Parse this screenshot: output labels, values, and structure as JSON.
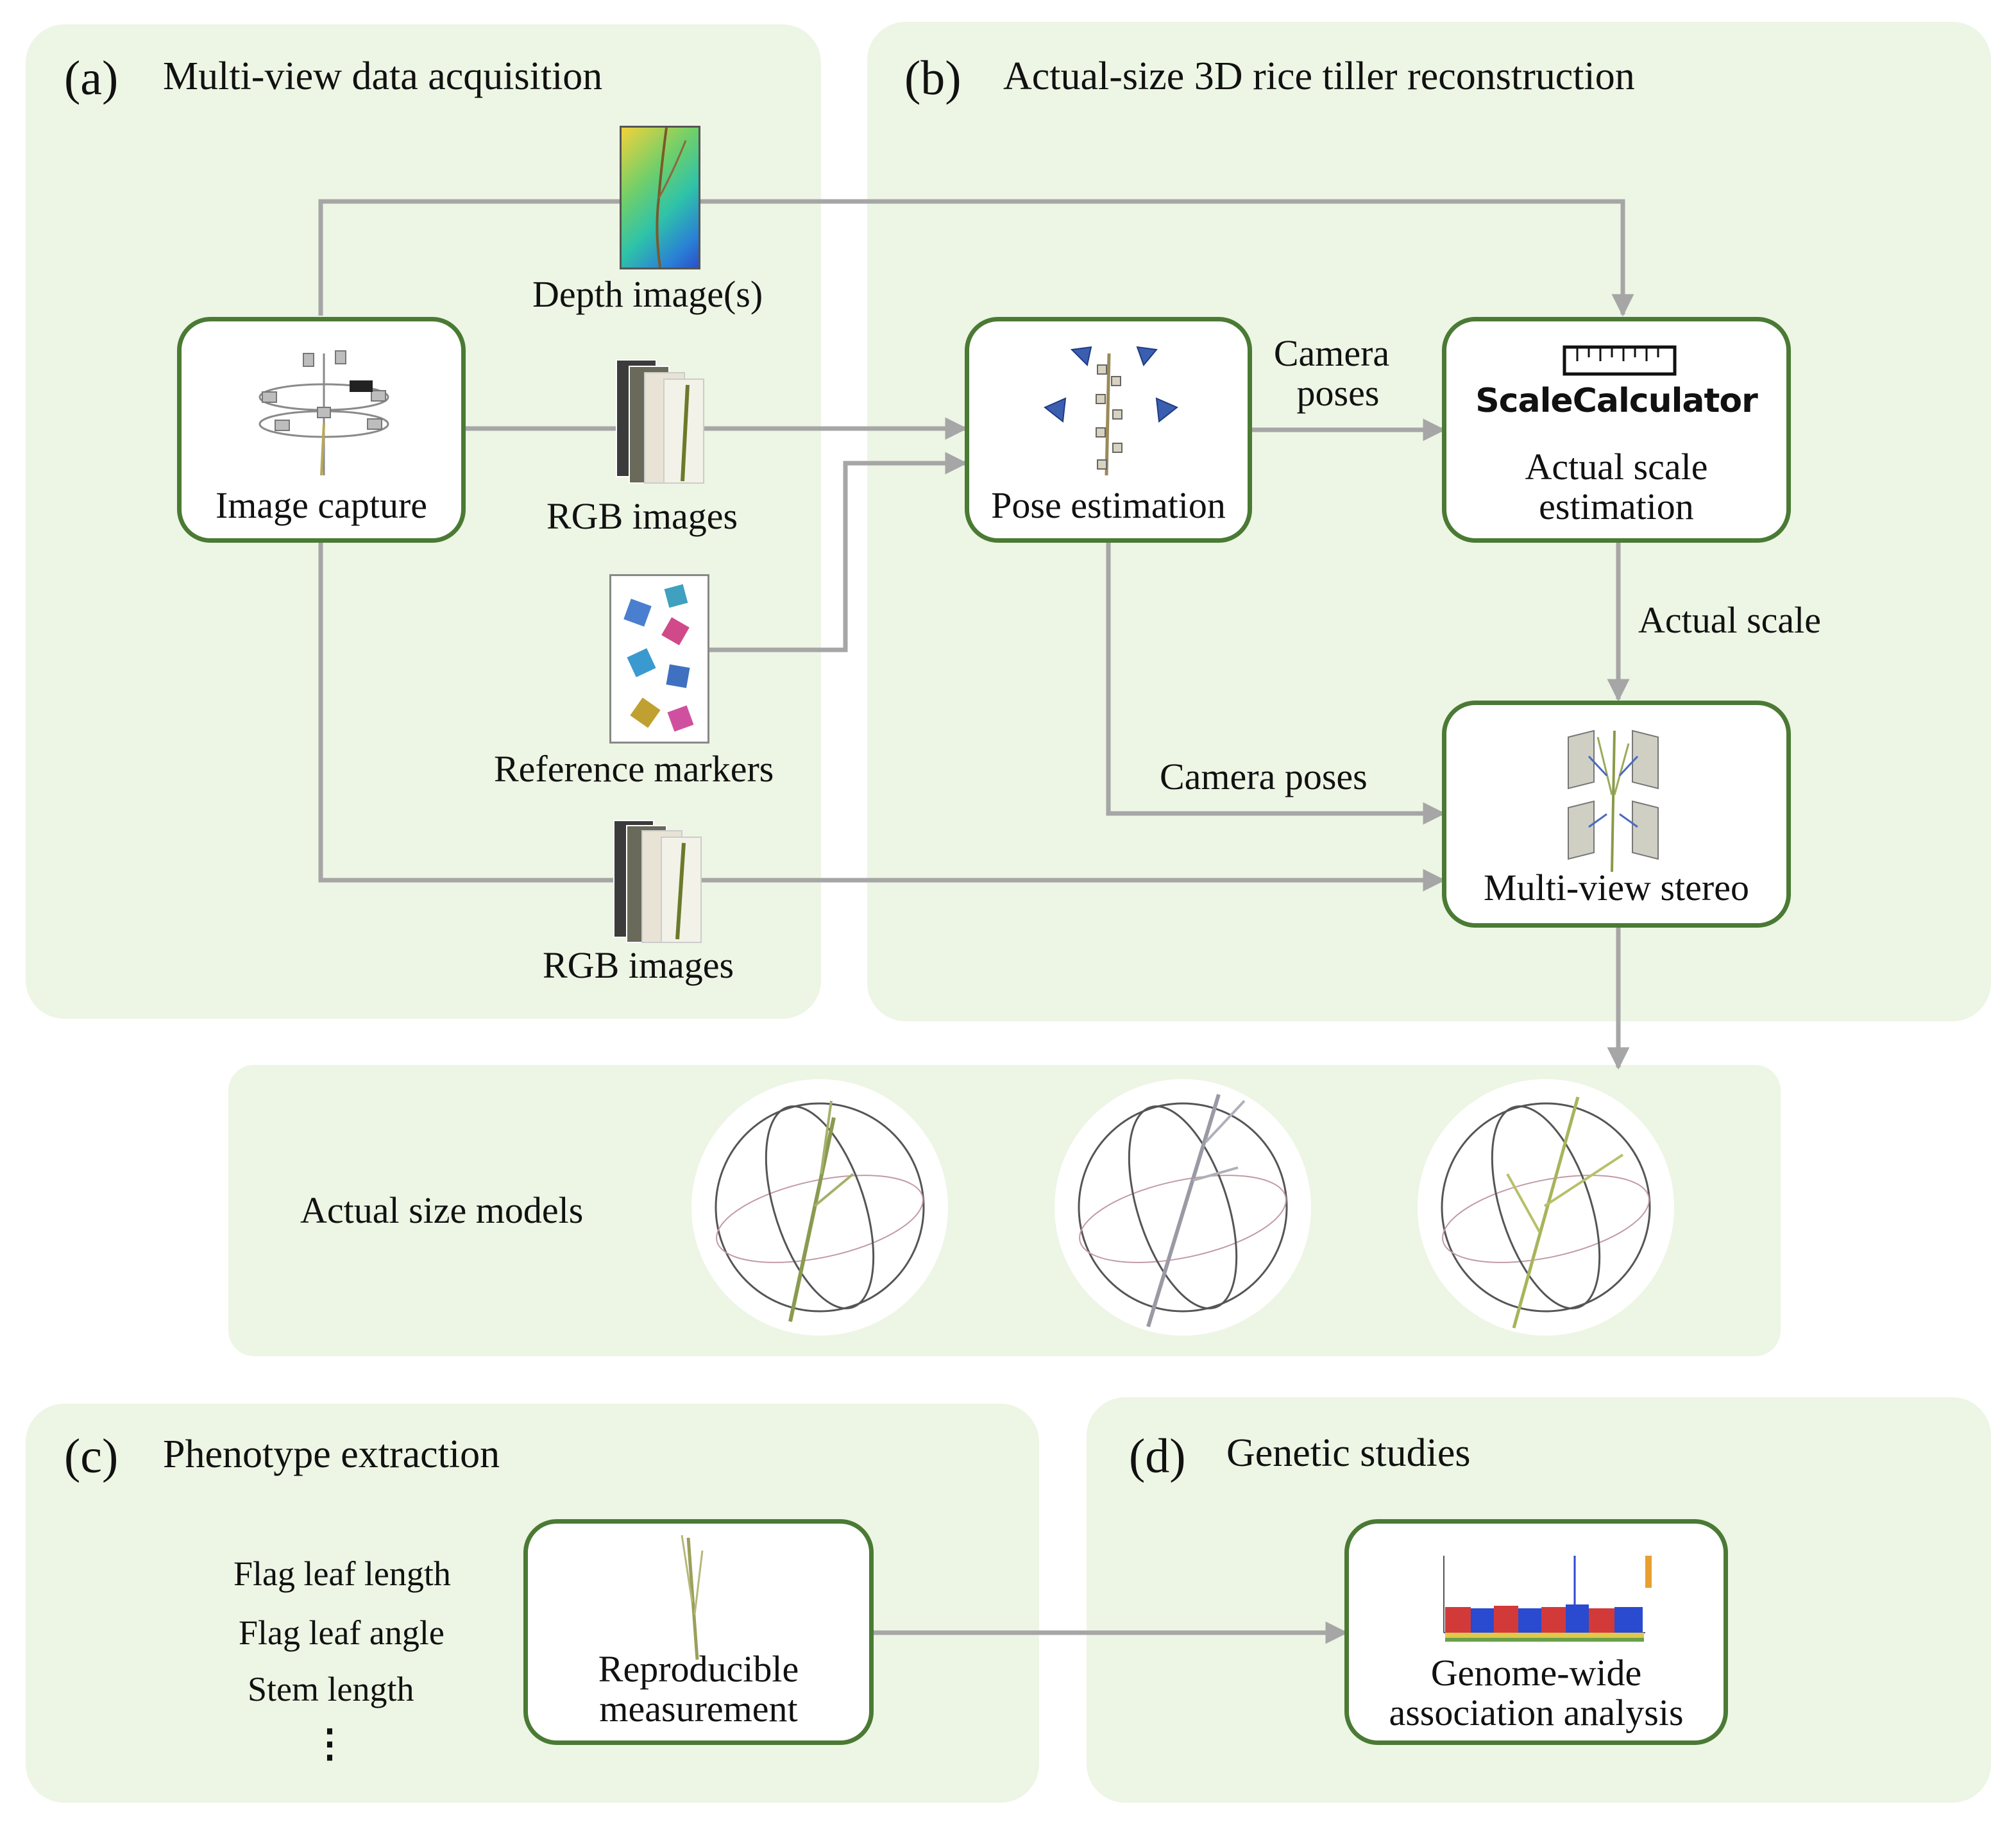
{
  "panels": {
    "a": {
      "letter": "(a)",
      "title": "Multi-view data acquisition"
    },
    "b": {
      "letter": "(b)",
      "title": "Actual-size 3D rice tiller reconstruction"
    },
    "models": {
      "title": "Actual size models"
    },
    "c": {
      "letter": "(c)",
      "title": "Phenotype extraction"
    },
    "d": {
      "letter": "(d)",
      "title": "Genetic studies"
    }
  },
  "inputs": {
    "depth": "Depth image(s)",
    "rgb_top": "RGB images",
    "markers": "Reference markers",
    "rgb_bottom": "RGB images"
  },
  "boxes": {
    "image_capture": "Image capture",
    "pose_estimation": "Pose estimation",
    "scale_logo": "ScaleCalculator",
    "scale_line1": "Actual scale",
    "scale_line2": "estimation",
    "mvs": "Multi-view stereo",
    "repro_line1": "Reproducible",
    "repro_line2": "measurement",
    "gwas_line1": "Genome-wide",
    "gwas_line2": "association analysis"
  },
  "edges": {
    "camera_poses_1_line1": "Camera",
    "camera_poses_1_line2": "poses",
    "actual_scale": "Actual scale",
    "camera_poses_2": "Camera poses"
  },
  "phenotypes": [
    "Flag leaf length",
    "Flag leaf angle",
    "Stem length"
  ],
  "phenotypes_more": "⋮",
  "colors": {
    "panel_bg": "#edf5e4",
    "box_border": "#4a7a34",
    "arrow": "#a6a6a6"
  }
}
